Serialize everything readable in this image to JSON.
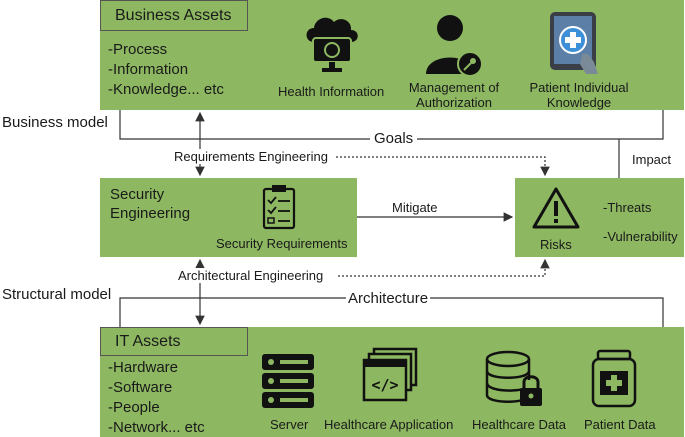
{
  "business_assets": {
    "title": "Business Assets",
    "items": [
      "-Process",
      "-Information",
      "-Knowledge... etc"
    ],
    "icons": [
      {
        "label": "Health Information",
        "icon": "cloud-monitor-icon"
      },
      {
        "label": "Management of Authorization",
        "icon": "user-key-icon"
      },
      {
        "label": "Patient Individual Knowledge",
        "icon": "tablet-medical-icon"
      }
    ]
  },
  "business_model": "Business model",
  "goals": "Goals",
  "requirements_engineering": "Requirements Engineering",
  "impact": "Impact",
  "security_engineering": {
    "title_line1": "Security",
    "title_line2": "Engineering",
    "caption": "Security Requirements"
  },
  "mitigate": "Mitigate",
  "risks": {
    "caption": "Risks",
    "threats": "-Threats",
    "vulnerability": "-Vulnerability"
  },
  "architectural_engineering": "Architectural Engineering",
  "structural_model": "Structural model",
  "architecture": "Architecture",
  "it_assets": {
    "title": "IT Assets",
    "items": [
      "-Hardware",
      "-Software",
      "-People",
      "-Network... etc"
    ],
    "icons": [
      {
        "label": "Server",
        "icon": "server-icon"
      },
      {
        "label": "Healthcare Application",
        "icon": "code-window-icon"
      },
      {
        "label": "Healthcare Data",
        "icon": "database-lock-icon"
      },
      {
        "label": "Patient Data",
        "icon": "medical-jar-icon"
      }
    ]
  },
  "colors": {
    "box_fill": "#8db861",
    "line": "#333333"
  }
}
